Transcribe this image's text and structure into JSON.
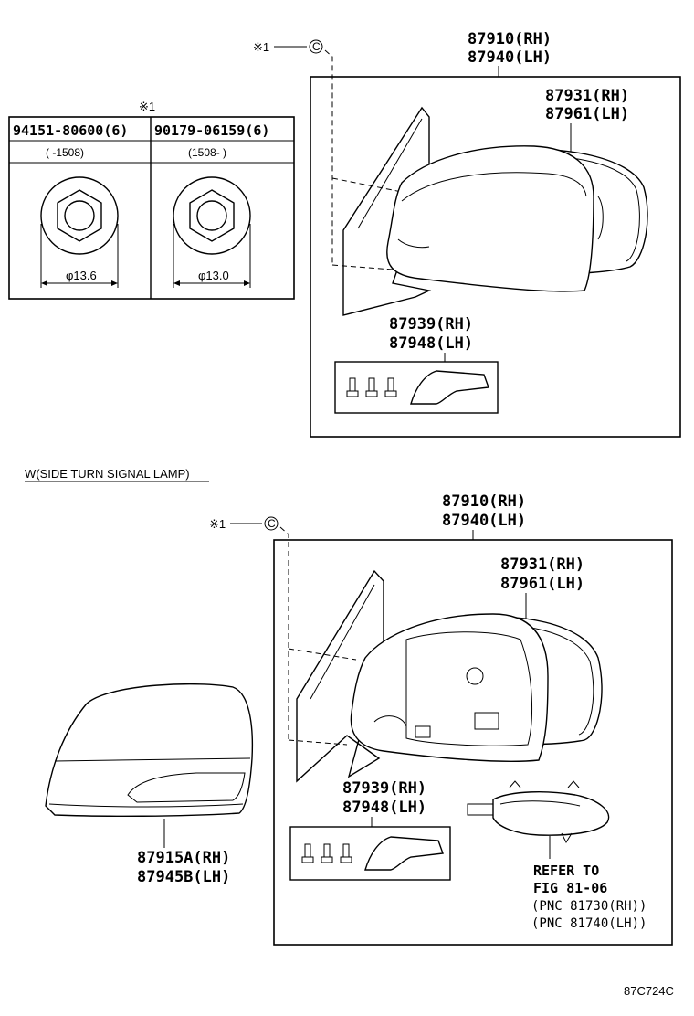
{
  "top": {
    "note_ref": "※1",
    "callout_c": "C",
    "mirror_assy": {
      "rh": "87910(RH)",
      "lh": "87940(LH)"
    },
    "mirror_cover": {
      "rh": "87931(RH)",
      "lh": "87961(LH)"
    },
    "cover_kit": {
      "rh": "87939(RH)",
      "lh": "87948(LH)"
    }
  },
  "nut_table": {
    "note": "※1",
    "columns": [
      {
        "part": "94151-80600(6)",
        "range": "(    -1508)",
        "dim": "φ13.6"
      },
      {
        "part": "90179-06159(6)",
        "range": "(1508-    )",
        "dim": "φ13.0"
      }
    ]
  },
  "bottom": {
    "section_title": "W(SIDE TURN SIGNAL LAMP)",
    "note_ref": "※1",
    "callout_c": "C",
    "mirror_assy": {
      "rh": "87910(RH)",
      "lh": "87940(LH)"
    },
    "mirror_cover": {
      "rh": "87931(RH)",
      "lh": "87961(LH)"
    },
    "outer_cover": {
      "rh": "87915A(RH)",
      "lh": "87945B(LH)"
    },
    "cover_kit": {
      "rh": "87939(RH)",
      "lh": "87948(LH)"
    },
    "refer": {
      "line1": "REFER TO",
      "line2": "FIG 81-06",
      "line3": "(PNC 81730(RH))",
      "line4": "(PNC 81740(LH))"
    }
  },
  "figure_code": "87C724C"
}
